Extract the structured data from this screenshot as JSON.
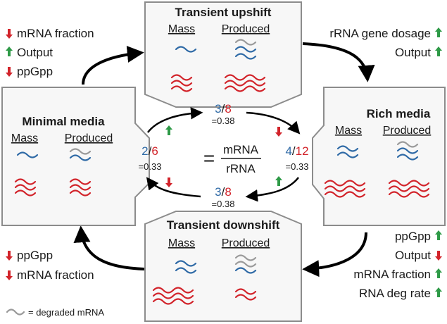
{
  "colors": {
    "blue": "#2f6aa6",
    "red": "#d2232a",
    "grey": "#9a9a9a",
    "green": "#2e9a47",
    "panel_border": "#8c8c8c",
    "panel_fill": "#f7f7f7"
  },
  "panels": {
    "upshift": {
      "title": "Transient upshift",
      "mass": "Mass",
      "produced": "Produced"
    },
    "minimal": {
      "title": "Minimal media",
      "mass": "Mass",
      "produced": "Produced"
    },
    "rich": {
      "title": "Rich media",
      "mass": "Mass",
      "produced": "Produced"
    },
    "downshift": {
      "title": "Transient downshift",
      "mass": "Mass",
      "produced": "Produced"
    }
  },
  "center": {
    "top": {
      "num": "3",
      "den": "8",
      "value": "=0.38"
    },
    "left": {
      "num": "2",
      "den": "6",
      "value": "=0.33"
    },
    "right": {
      "num": "4",
      "den": "12",
      "value": "=0.33"
    },
    "bottom": {
      "num": "3",
      "den": "8",
      "value": "=0.38"
    },
    "equation": {
      "equals": "=",
      "numerator": "mRNA",
      "denominator": "rRNA"
    },
    "slash": "/"
  },
  "annotations": {
    "top_left": [
      {
        "text": "mRNA fraction",
        "dir": "down"
      },
      {
        "text": "Output",
        "dir": "up"
      },
      {
        "text": "ppGpp",
        "dir": "down"
      }
    ],
    "top_right": [
      {
        "text": "rRNA gene dosage",
        "dir": "up"
      },
      {
        "text": "Output",
        "dir": "up"
      }
    ],
    "bottom_left": [
      {
        "text": "ppGpp",
        "dir": "down"
      },
      {
        "text": "mRNA fraction",
        "dir": "down"
      }
    ],
    "bottom_right": [
      {
        "text": "ppGpp",
        "dir": "up"
      },
      {
        "text": "Output",
        "dir": "down"
      },
      {
        "text": "mRNA fraction",
        "dir": "up"
      },
      {
        "text": "RNA deg rate",
        "dir": "up"
      }
    ]
  },
  "legend": {
    "text": "= degraded mRNA",
    "icon": "grey-wave-icon"
  }
}
